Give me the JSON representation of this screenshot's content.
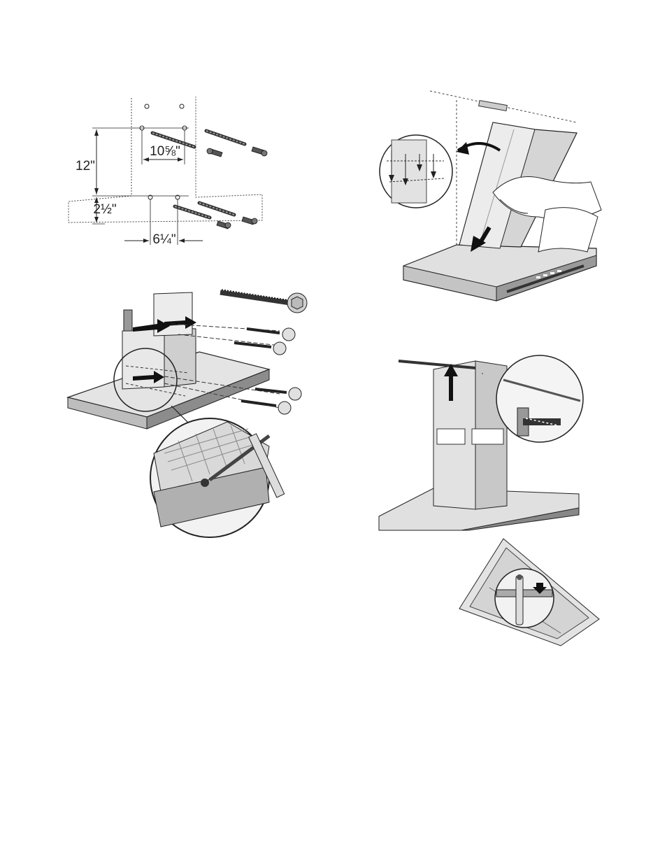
{
  "figures": {
    "wall_drilling": {
      "dim_vertical_upper": "12\"",
      "dim_vertical_lower": "2½\"",
      "dim_horizontal_upper": "10⅝\"",
      "dim_horizontal_lower": "6¼\""
    },
    "chimney_screws": {},
    "chimney_install": {},
    "chimney_lift": {},
    "filter_latch": {}
  },
  "colors": {
    "line": "#222222",
    "metal_light": "#e6e6e6",
    "metal_mid": "#bdbdbd",
    "metal_dark": "#8c8c8c",
    "shadow": "#5a5a5a"
  }
}
